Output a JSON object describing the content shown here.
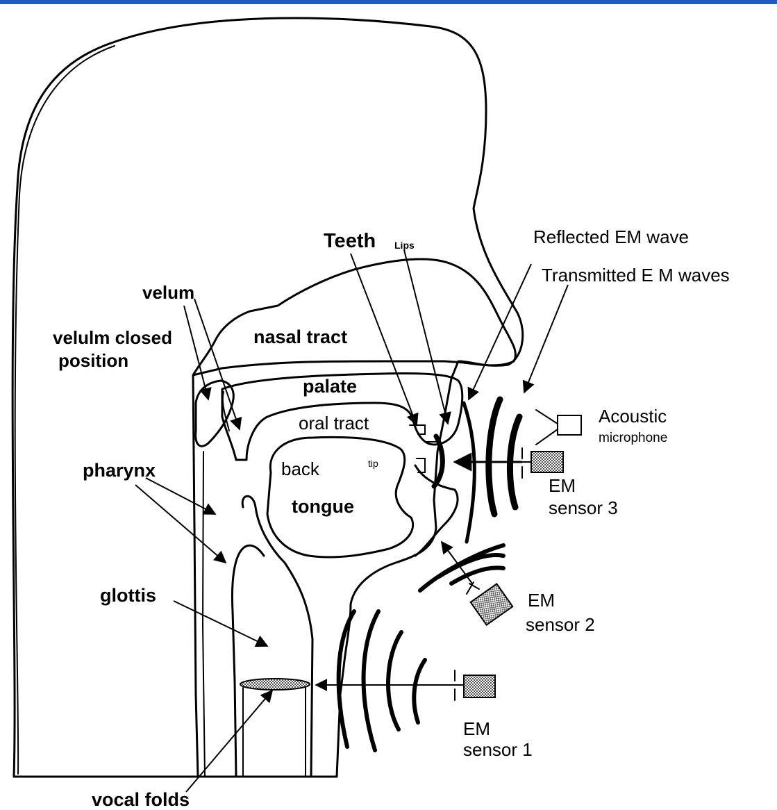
{
  "labels": {
    "teeth": "Teeth",
    "lips": "Lips",
    "reflected_em_wave": "Reflected EM wave",
    "transmitted_em_waves": "Transmitted E M waves",
    "velum": "velum",
    "velum_closed_line1": "velulm closed",
    "velum_closed_line2": "position",
    "nasal_tract": "nasal  tract",
    "palate": "palate",
    "oral_tract": "oral tract",
    "acoustic": "Acoustic",
    "microphone": "microphone",
    "pharynx": "pharynx",
    "back": "back",
    "tip": "tip",
    "tongue": "tongue",
    "em_sensor_3_line1": "EM",
    "em_sensor_3_line2": "sensor 3",
    "glottis": "glottis",
    "em_sensor_2_line1": "EM",
    "em_sensor_2_line2": "sensor 2",
    "em_sensor_1_line1": "EM",
    "em_sensor_1_line2": "sensor 1",
    "vocal_folds": "vocal folds"
  },
  "colors": {
    "top_bar": "#1f5fc4",
    "sensor_fill": "#8a8a8a",
    "line": "#000000"
  }
}
